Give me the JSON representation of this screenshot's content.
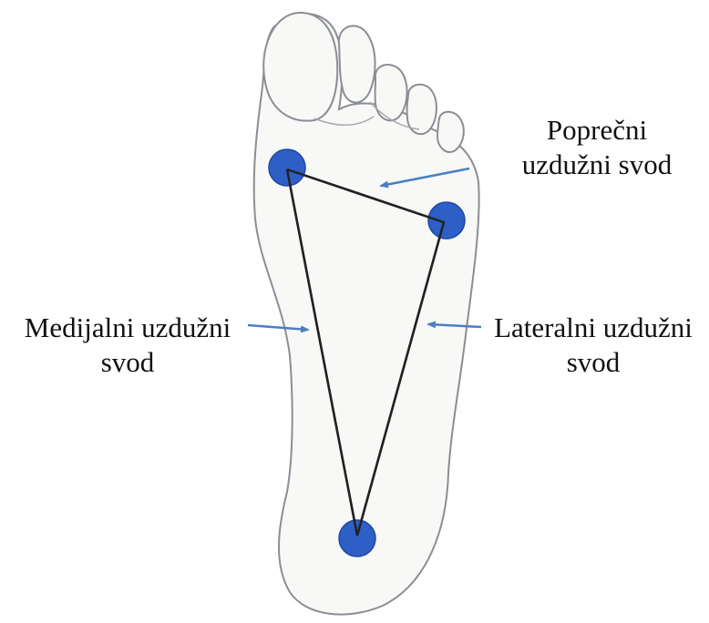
{
  "labels": {
    "transverse": {
      "line1": "Poprečni",
      "line2": "uzdužni svod"
    },
    "medial": {
      "line1": "Medijalni uzdužni",
      "line2": "svod"
    },
    "lateral": {
      "line1": "Lateralni uzdužni",
      "line2": "svod"
    }
  },
  "colors": {
    "point_fill": "#2e5fc4",
    "point_stroke": "#1e47a8",
    "arrow": "#4a7fc2",
    "triangle": "#222222",
    "foot_outline": "#8a8f95",
    "text": "#111111"
  }
}
